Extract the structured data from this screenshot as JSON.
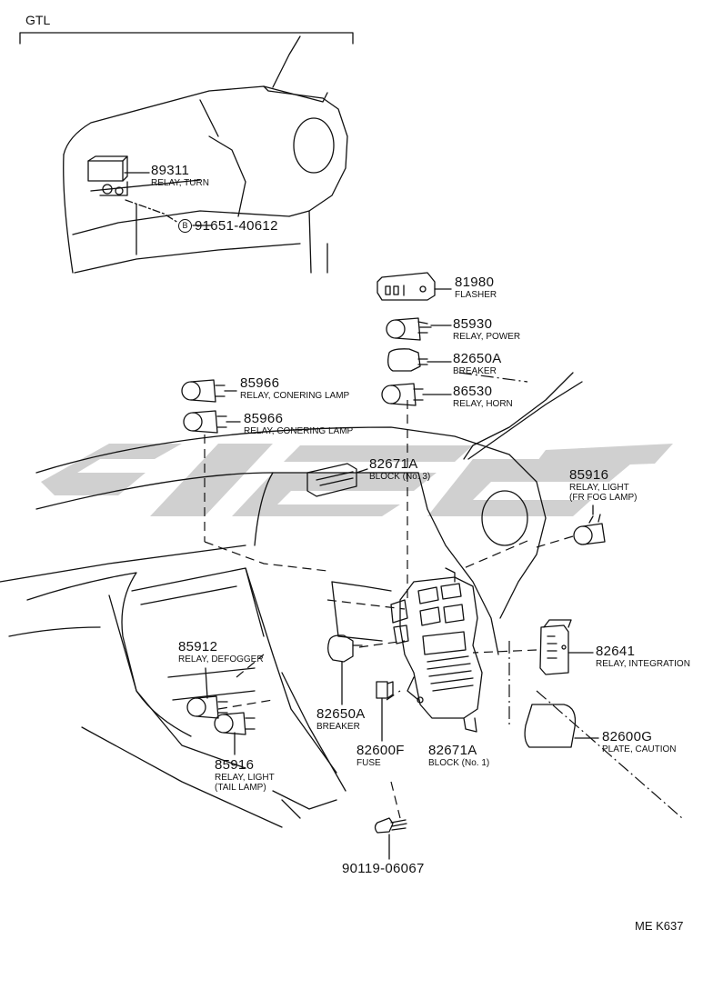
{
  "header": {
    "section": "GTL"
  },
  "footer": {
    "code": "ME K637"
  },
  "bolt_marker": "B",
  "parts": {
    "p89311": {
      "number": "89311",
      "desc": "RELAY, TURN"
    },
    "p91651": {
      "number": "91651-40612"
    },
    "p81980": {
      "number": "81980",
      "desc": "FLASHER"
    },
    "p85930": {
      "number": "85930",
      "desc": "RELAY, POWER"
    },
    "p82650a_top": {
      "number": "82650A",
      "desc": "BREAKER"
    },
    "p86530": {
      "number": "86530",
      "desc": "RELAY, HORN"
    },
    "p85966_a": {
      "number": "85966",
      "desc": "RELAY, CONERING LAMP"
    },
    "p85966_b": {
      "number": "85966",
      "desc": "RELAY, CONERING LAMP"
    },
    "p82671a_no3": {
      "number": "82671A",
      "desc": "BLOCK (No. 3)"
    },
    "p85916_fog": {
      "number": "85916",
      "desc": "RELAY, LIGHT",
      "desc2": "(FR FOG LAMP)"
    },
    "p82641": {
      "number": "82641",
      "desc": "RELAY, INTEGRATION"
    },
    "p85912": {
      "number": "85912",
      "desc": "RELAY, DEFOGGER"
    },
    "p82650a_bot": {
      "number": "82650A",
      "desc": "BREAKER"
    },
    "p82600f": {
      "number": "82600F",
      "desc": "FUSE"
    },
    "p82671a_no1": {
      "number": "82671A",
      "desc": "BLOCK (No. 1)"
    },
    "p82600g": {
      "number": "82600G",
      "desc": "PLATE, CAUTION"
    },
    "p85916_tail": {
      "number": "85916",
      "desc": "RELAY, LIGHT",
      "desc2": "(TAIL LAMP)"
    },
    "p90119": {
      "number": "90119-06067"
    }
  }
}
